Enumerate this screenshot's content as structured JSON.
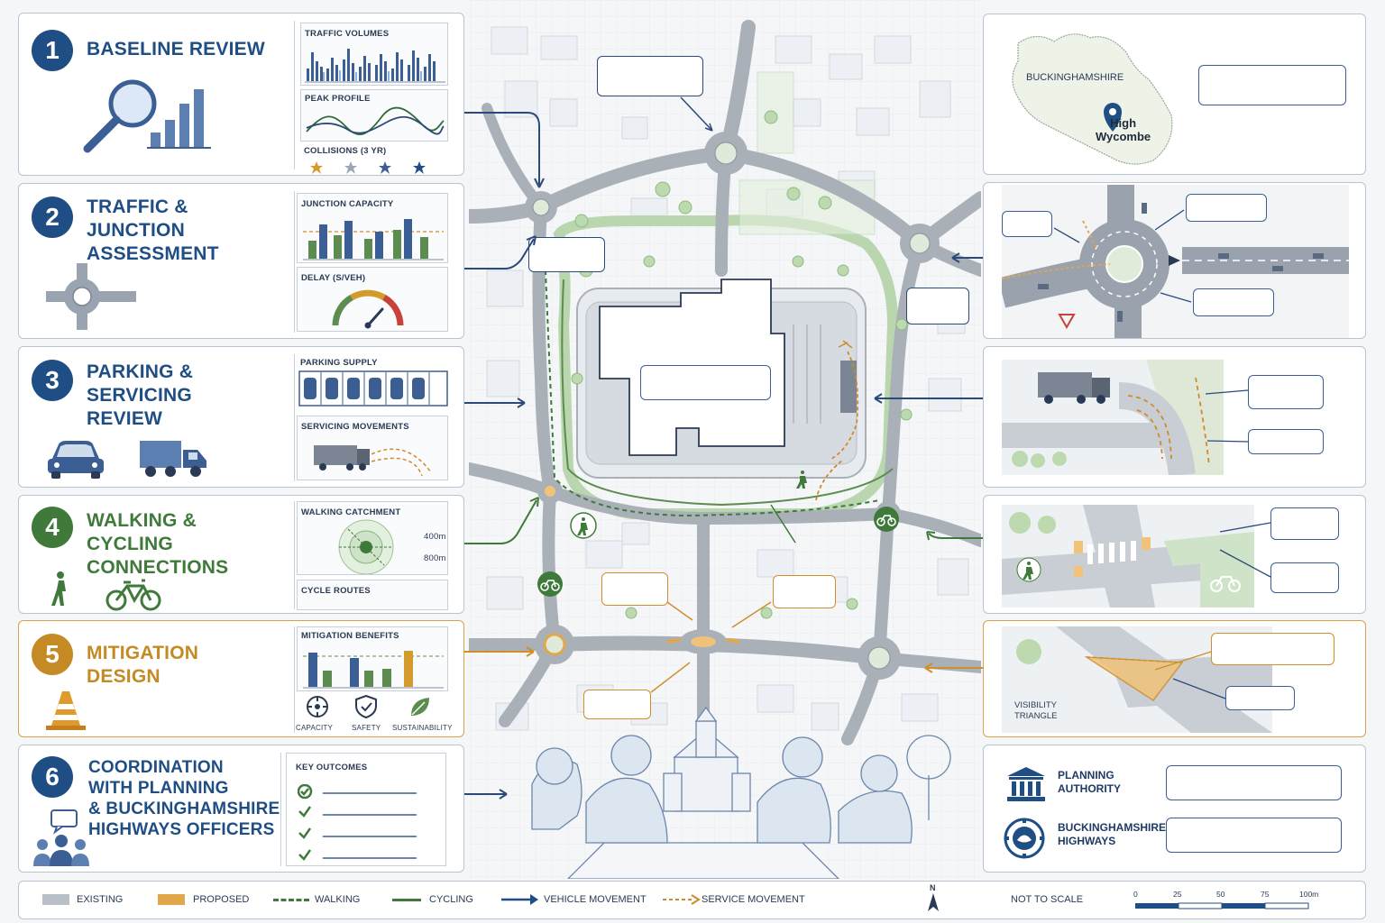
{
  "steps": [
    {
      "number": "1",
      "title": "BASELINE REVIEW",
      "color": "#1f4e85",
      "charts": [
        "TRAFFIC VOLUMES",
        "PEAK PROFILE",
        "COLLISIONS (3 YR)"
      ]
    },
    {
      "number": "2",
      "title": "TRAFFIC &\nJUNCTION\nASSESSMENT",
      "color": "#1f4e85",
      "charts": [
        "JUNCTION CAPACITY",
        "DELAY (S/VEH)"
      ]
    },
    {
      "number": "3",
      "title": "PARKING &\nSERVICING\nREVIEW",
      "color": "#1f4e85",
      "charts": [
        "PARKING SUPPLY",
        "SERVICING MOVEMENTS"
      ]
    },
    {
      "number": "4",
      "title": "WALKING &\nCYCLING\nCONNECTIONS",
      "color": "#3f7a3a",
      "charts": [
        "WALKING CATCHMENT",
        "CYCLE ROUTES"
      ],
      "catchment_labels": [
        "400m",
        "800m"
      ]
    },
    {
      "number": "5",
      "title": "MITIGATION\nDESIGN",
      "color": "#c58a24",
      "charts": [
        "MITIGATION BENEFITS"
      ],
      "benefits": [
        "CAPACITY",
        "SAFETY",
        "SUSTAINABILITY"
      ]
    },
    {
      "number": "6",
      "title": "COORDINATION\nWITH PLANNING\n& BUCKINGHAMSHIRE\nHIGHWAYS OFFICERS",
      "color": "#1f4e85",
      "charts": [
        "KEY OUTCOMES"
      ]
    }
  ],
  "right": {
    "county": "BUCKINGHAMSHIRE",
    "town": "High\nWycombe",
    "visibility": "VISIBILITY\nTRIANGLE",
    "authorities": [
      "PLANNING\nAUTHORITY",
      "BUCKINGHAMSHIRE\nHIGHWAYS"
    ]
  },
  "legend": {
    "items": [
      "EXISTING",
      "PROPOSED",
      "WALKING",
      "CYCLING",
      "VEHICLE MOVEMENT",
      "SERVICE MOVEMENT"
    ],
    "north": "N",
    "scale_note": "NOT TO SCALE",
    "scale_ticks": [
      "0",
      "25",
      "50",
      "75",
      "100m"
    ]
  },
  "colors": {
    "navy": "#1f4e85",
    "green": "#3f7a3a",
    "orange": "#c58a24",
    "road": "#a9b0b8"
  }
}
